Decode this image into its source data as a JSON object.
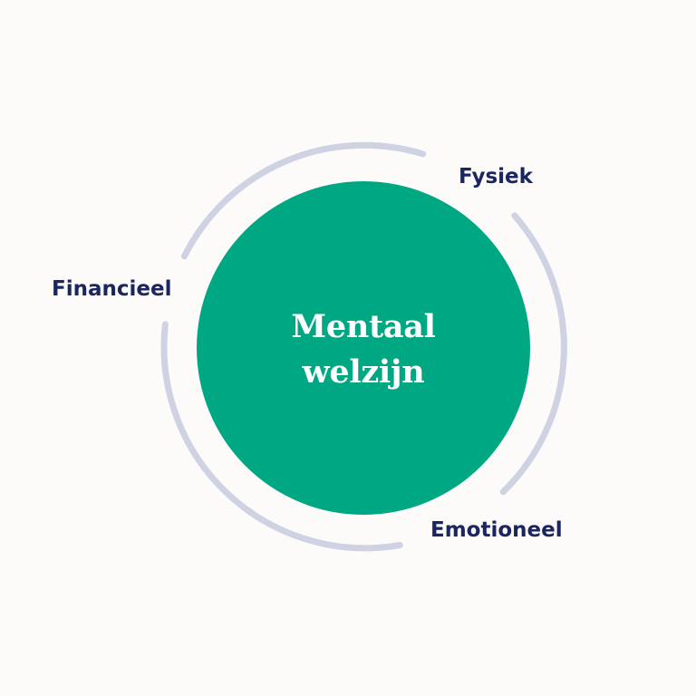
{
  "center": {
    "line1": "Mentaal",
    "line2": "welzijn"
  },
  "labels": {
    "fysiek": "Fysiek",
    "financieel": "Financieel",
    "emotioneel": "Emotioneel"
  },
  "colors": {
    "background": "#FCFBF9",
    "circle": "#00A783",
    "ring": "#CFD2E2",
    "label_text": "#1B2560",
    "center_text": "#FFFFFF"
  }
}
